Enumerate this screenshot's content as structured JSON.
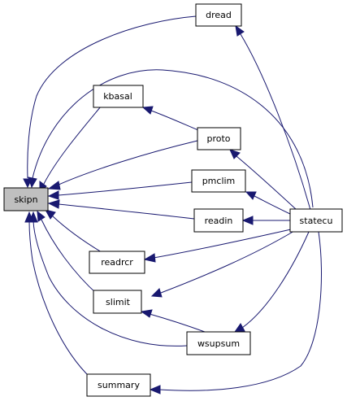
{
  "graph": {
    "edge_color": "#191970",
    "focus_fill": "#bfbfbf",
    "node_fill": "#ffffff",
    "nodes": {
      "skipn": "skipn",
      "dread": "dread",
      "kbasal": "kbasal",
      "proto": "proto",
      "pmclim": "pmclim",
      "readin": "readin",
      "readrcr": "readrcr",
      "slimit": "slimit",
      "wsupsum": "wsupsum",
      "summary": "summary",
      "statecu": "statecu"
    },
    "edges": [
      {
        "from": "dread",
        "to": "skipn"
      },
      {
        "from": "kbasal",
        "to": "skipn"
      },
      {
        "from": "proto",
        "to": "kbasal"
      },
      {
        "from": "proto",
        "to": "skipn"
      },
      {
        "from": "pmclim",
        "to": "skipn"
      },
      {
        "from": "readin",
        "to": "skipn"
      },
      {
        "from": "readrcr",
        "to": "skipn"
      },
      {
        "from": "slimit",
        "to": "skipn"
      },
      {
        "from": "wsupsum",
        "to": "skipn"
      },
      {
        "from": "wsupsum",
        "to": "slimit"
      },
      {
        "from": "summary",
        "to": "skipn"
      },
      {
        "from": "statecu",
        "to": "skipn"
      },
      {
        "from": "statecu",
        "to": "dread"
      },
      {
        "from": "statecu",
        "to": "proto"
      },
      {
        "from": "statecu",
        "to": "pmclim"
      },
      {
        "from": "statecu",
        "to": "readin"
      },
      {
        "from": "statecu",
        "to": "readrcr"
      },
      {
        "from": "statecu",
        "to": "slimit"
      },
      {
        "from": "statecu",
        "to": "wsupsum"
      },
      {
        "from": "statecu",
        "to": "summary"
      }
    ]
  }
}
